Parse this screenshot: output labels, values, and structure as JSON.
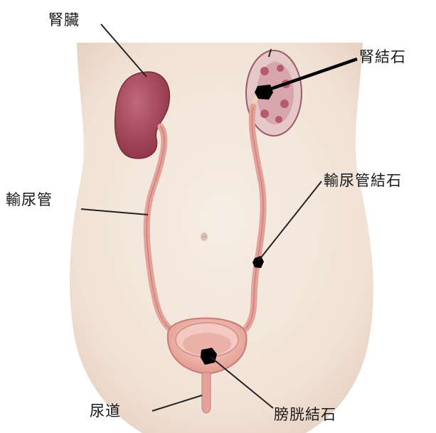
{
  "labels": {
    "kidney": "腎臟",
    "ureter": "輸尿管",
    "kidney_stone": "腎結石",
    "ureter_stone": "輸尿管結石",
    "urethra": "尿道",
    "bladder_stone": "膀胱結石"
  },
  "colors": {
    "skin": "#f3e6dc",
    "kidney": "#a8495a",
    "ureter": "#e3a39b",
    "stone": "#000000"
  }
}
